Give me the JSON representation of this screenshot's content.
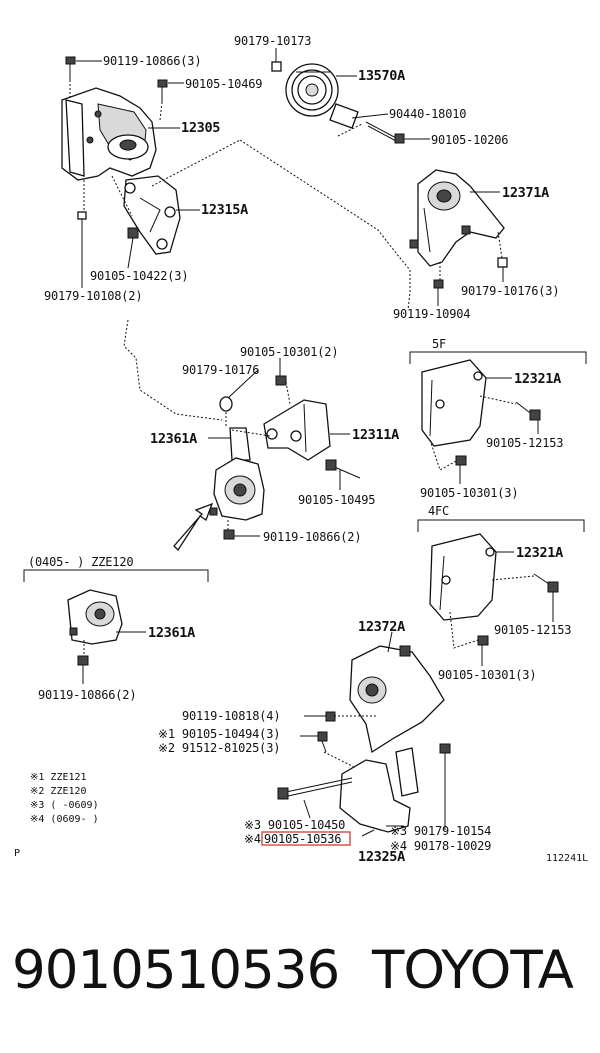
{
  "labels": {
    "p90119_10866_3": "90119-10866(3)",
    "p90179_10173": "90179-10173",
    "p13570A": "13570A",
    "p90105_10469": "90105-10469",
    "p90440_18010": "90440-18010",
    "p12305": "12305",
    "p90105_10206": "90105-10206",
    "p12371A": "12371A",
    "p12315A": "12315A",
    "p90105_10422_3": "90105-10422(3)",
    "p90179_10108_2": "90179-10108(2)",
    "p90179_10176_3": "90179-10176(3)",
    "p90119_10904": "90119-10904",
    "p90105_10301_2": "90105-10301(2)",
    "p90179_10176": "90179-10176",
    "p12321A_5f": "12321A",
    "p12361A_main": "12361A",
    "p12311A": "12311A",
    "p90105_12153_5f": "90105-12153",
    "p90105_10301_3_5f": "90105-10301(3)",
    "p90105_10495": "90105-10495",
    "p90119_10866_2_main": "90119-10866(2)",
    "p12321A_4fc": "12321A",
    "p12361A_alt": "12361A",
    "p90105_12153_4fc": "90105-12153",
    "p12372A": "12372A",
    "p90119_10866_2_alt": "90119-10866(2)",
    "p90105_10301_3_4fc": "90105-10301(3)",
    "p90119_10818_4": "90119-10818(4)",
    "p90105_10494_3": "※1 90105-10494(3)",
    "p91512_81025_3": "※2 91512-81025(3)",
    "p90105_10450": "※3 90105-10450",
    "p90105_10536_prefix": "※4",
    "p90105_10536": "90105-10536",
    "p90179_10154": "※3 90179-10154",
    "p90178_10029": "※4 90178-10029",
    "p12325A": "12325A"
  },
  "groups": {
    "g5f": "5F",
    "g4fc": "4FC",
    "g_alt": "(0405-      ) ZZE120"
  },
  "notes": {
    "n1": "※1  ZZE121",
    "n2": "※2  ZZE120",
    "n3": "※3  (        -0609)",
    "n4": "※4  (0609-        )"
  },
  "corner": {
    "left": "P",
    "right": "112241L"
  },
  "highlight": {
    "part": "90105-10536",
    "color": "#d9534f"
  },
  "footer": {
    "part_number": "9010510536",
    "brand": "TOYOTA"
  }
}
